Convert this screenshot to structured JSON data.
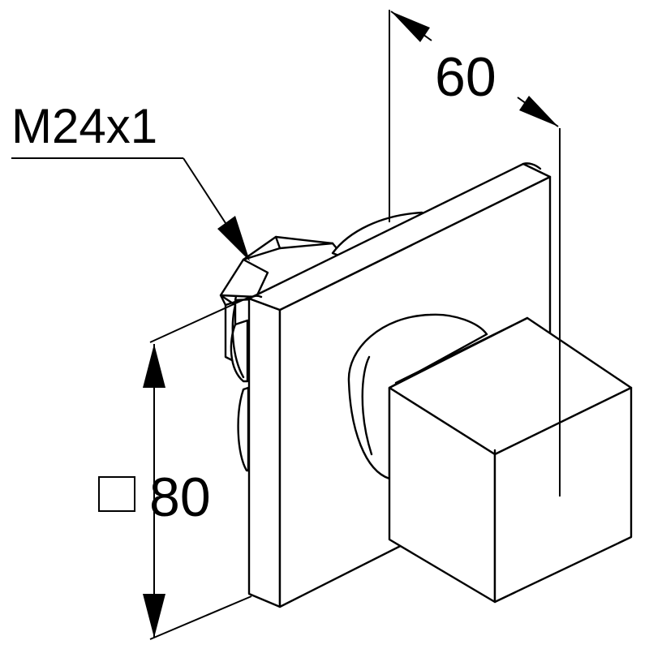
{
  "drawing": {
    "thread_label": "M24x1",
    "depth_label": "60",
    "size_label": "80",
    "square_symbol": "square-symbol"
  },
  "colors": {
    "line": "#000000",
    "background": "#ffffff"
  }
}
